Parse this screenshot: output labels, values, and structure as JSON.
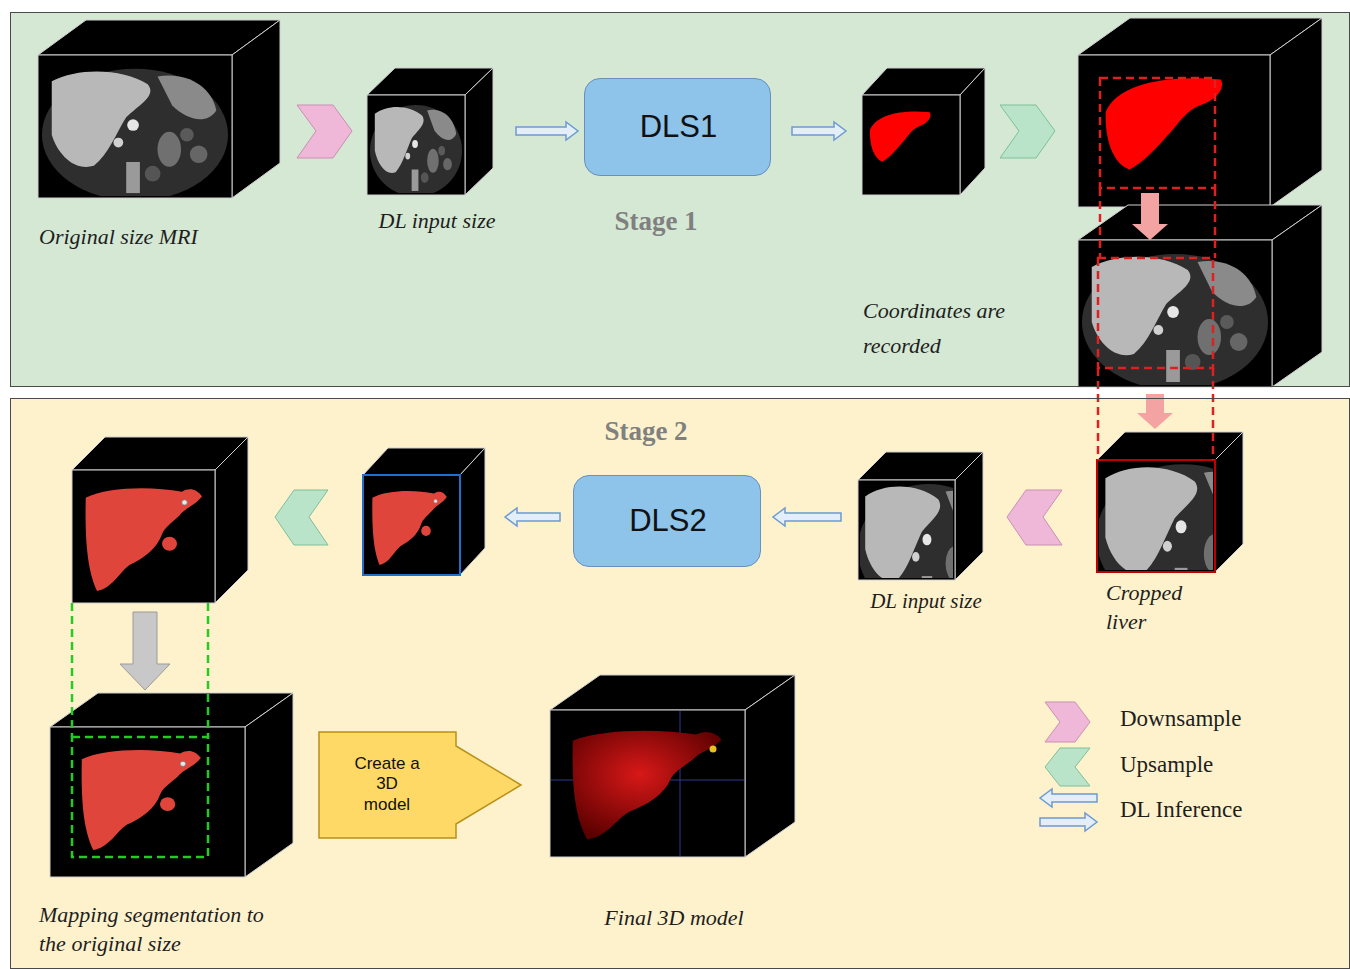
{
  "diagram": {
    "nodes": [
      {
        "text": [
          "Stage 1"
        ]
      },
      {
        "text": [
          "Original size MRI"
        ],
        "in": 0
      },
      {
        "text": [
          "DL input size"
        ],
        "in": 0
      },
      {
        "text": [
          "DLS1"
        ],
        "in": 0
      },
      {
        "text": [
          "Coordinates are recorded"
        ],
        "in": 0
      },
      {
        "text": [
          "Stage 2"
        ]
      },
      {
        "text": [
          "Cropped liver"
        ],
        "in": 5
      },
      {
        "text": [
          "DL input size"
        ],
        "in": 5
      },
      {
        "text": [
          "DLS2"
        ],
        "in": 5
      },
      {
        "text": [
          "Mapping segmentation to the original size"
        ],
        "in": 5
      },
      {
        "text": [
          "Create a 3D model"
        ],
        "in": 5
      },
      {
        "text": [
          "Final 3D model"
        ],
        "in": 5
      }
    ],
    "edges": [
      {
        "from": 2,
        "to": 3,
        "arrow": "to"
      },
      {
        "from": 4,
        "to": 6,
        "arrow": "to"
      },
      {
        "from": 7,
        "to": 8,
        "arrow": "to"
      }
    ],
    "legend": [
      {
        "text": "Downsample"
      },
      {
        "text": "Upsample"
      },
      {
        "text": "DL Inference"
      }
    ]
  }
}
